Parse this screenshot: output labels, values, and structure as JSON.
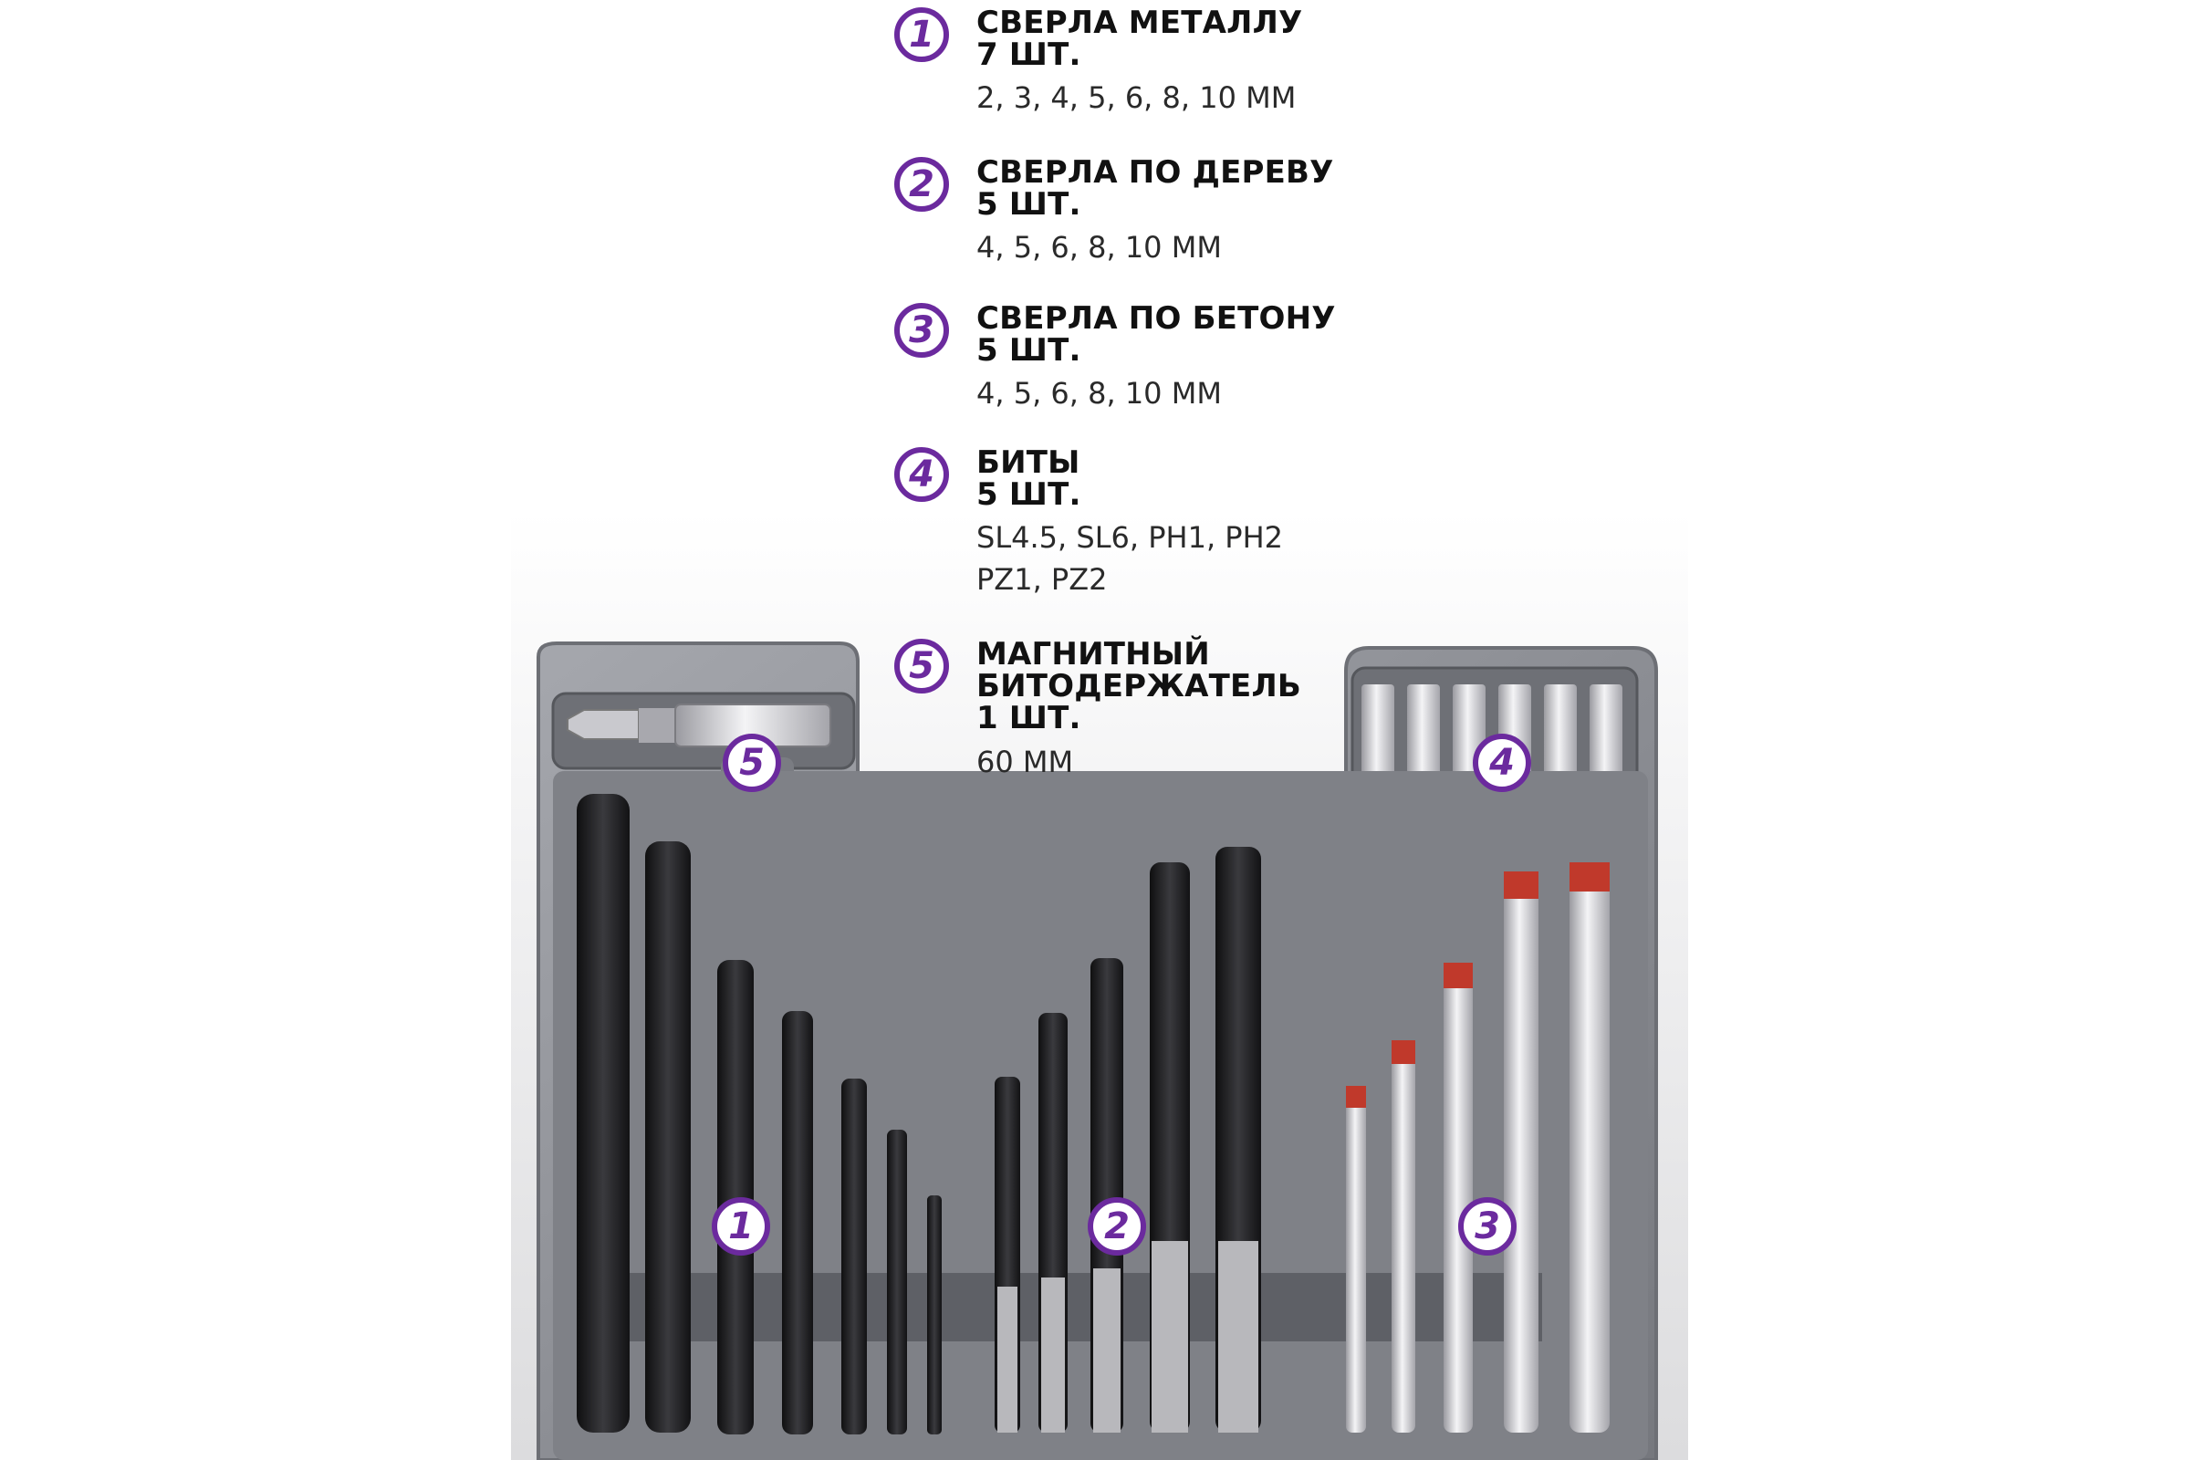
{
  "specs": [
    {
      "num": "1",
      "title": "СВЕРЛА МЕТАЛЛУ\n7 ШТ.",
      "detail": "2, 3, 4, 5, 6, 8, 10 ММ"
    },
    {
      "num": "2",
      "title": "СВЕРЛА ПО ДЕРЕВУ\n5 ШТ.",
      "detail": "4, 5, 6, 8, 10 ММ"
    },
    {
      "num": "3",
      "title": "СВЕРЛА ПО БЕТОНУ\n5 ШТ.",
      "detail": "4, 5, 6, 8, 10 ММ"
    },
    {
      "num": "4",
      "title": "БИТЫ\n5 ШТ.",
      "detail": "SL4.5, SL6, PH1, PH2\nPZ1, PZ2"
    },
    {
      "num": "5",
      "title": "МАГНИТНЫЙ\nБИТОДЕРЖАТЕЛЬ\n1 ШТ.",
      "detail": "60 ММ"
    }
  ],
  "tray_labels": {
    "holder": "5",
    "bits": "4",
    "metal": "1",
    "wood": "2",
    "concrete": "3"
  },
  "colors": {
    "accent": "#6b2a9e",
    "tray": "#8f9197",
    "tray_dark": "#5e6066",
    "drill_black": "#1e1e20",
    "drill_silver": "#d8d8dc",
    "concrete_tip": "#c0392b"
  }
}
